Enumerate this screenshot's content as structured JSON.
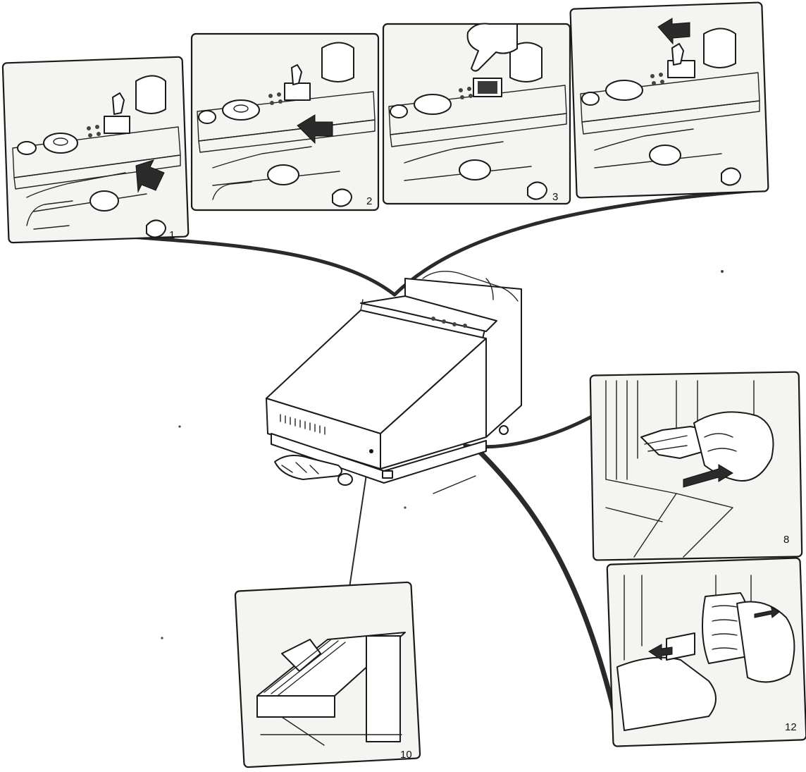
{
  "figure": {
    "panels": [
      {
        "id": "p1",
        "number": "1"
      },
      {
        "id": "p2",
        "number": "2"
      },
      {
        "id": "p3",
        "number": "3"
      },
      {
        "id": "p4",
        "number": ""
      },
      {
        "id": "p8",
        "number": "8"
      },
      {
        "id": "p12",
        "number": "12"
      },
      {
        "id": "p10",
        "number": "10"
      }
    ]
  },
  "colors": {
    "ink": "#1a1a1a",
    "panel": "#f4f4f1",
    "arrow": "#2b2b2b"
  }
}
